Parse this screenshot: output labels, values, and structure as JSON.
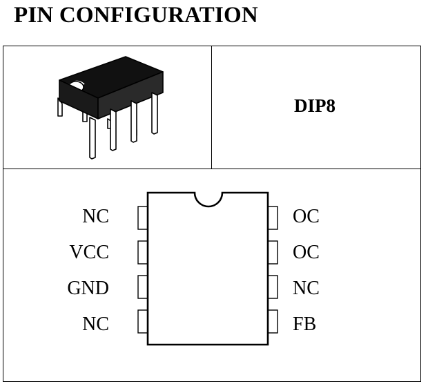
{
  "title": "PIN CONFIGURATION",
  "package": {
    "name": "DIP8",
    "image_icon": "dip8-package-icon"
  },
  "pins_left": [
    "NC",
    "VCC",
    "GND",
    "NC"
  ],
  "pins_right": [
    "OC",
    "OC",
    "NC",
    "FB"
  ]
}
